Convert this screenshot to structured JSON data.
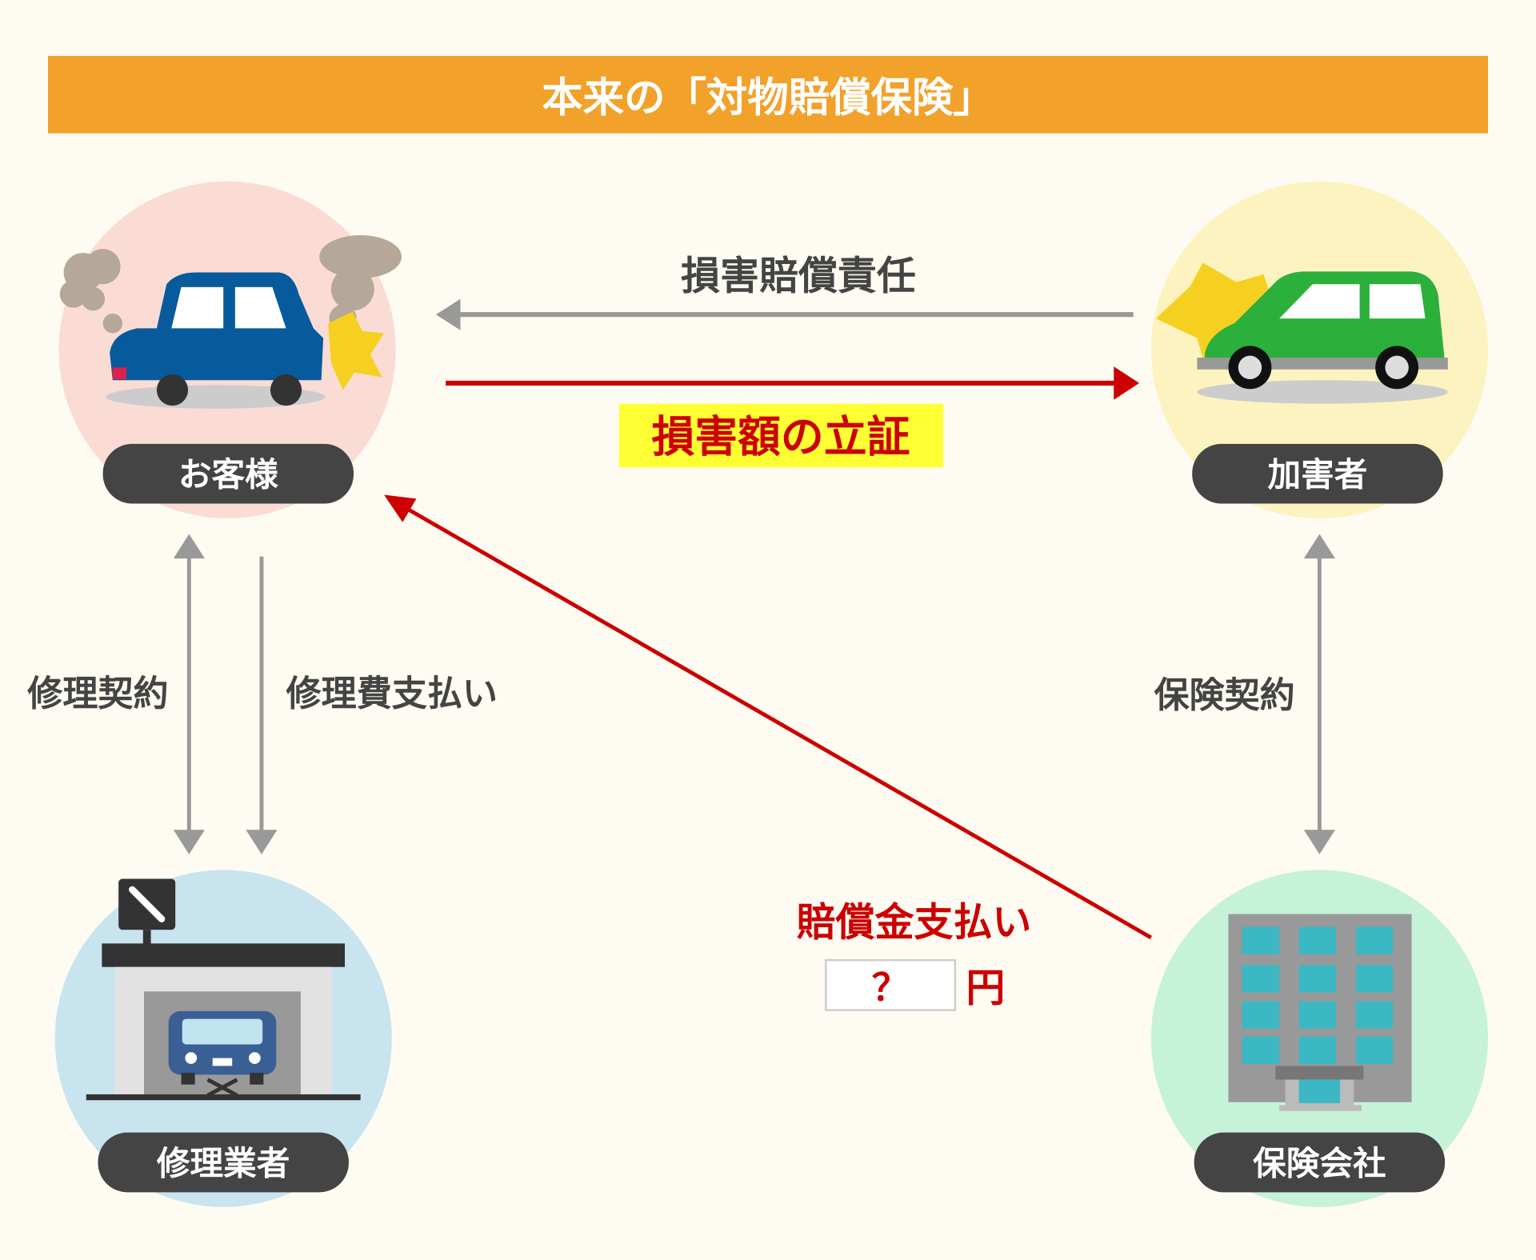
{
  "title": "本来の「対物賠償保険」",
  "nodes": {
    "customer": "お客様",
    "offender": "加害者",
    "repair_shop": "修理業者",
    "insurer": "保険会社"
  },
  "arrows": {
    "liability": "損害賠償責任",
    "proof_of_damage": "損害額の立証",
    "repair_contract": "修理契約",
    "repair_payment": "修理費支払い",
    "insurance_contract": "保険契約",
    "compensation_payment": "賠償金支払い",
    "amount_unknown": "？",
    "yen": "円"
  },
  "colors": {
    "background": "#fefcf2",
    "banner": "#f2a12a",
    "label_pill": "#444444",
    "gray_arrow": "#999999",
    "red_arrow": "#cc0000",
    "highlight": "#ffff33",
    "customer_circle": "#fadcd4",
    "offender_circle": "#fdf3c0",
    "repair_circle": "#c8e4ee",
    "insurer_circle": "#c5f2d8"
  }
}
